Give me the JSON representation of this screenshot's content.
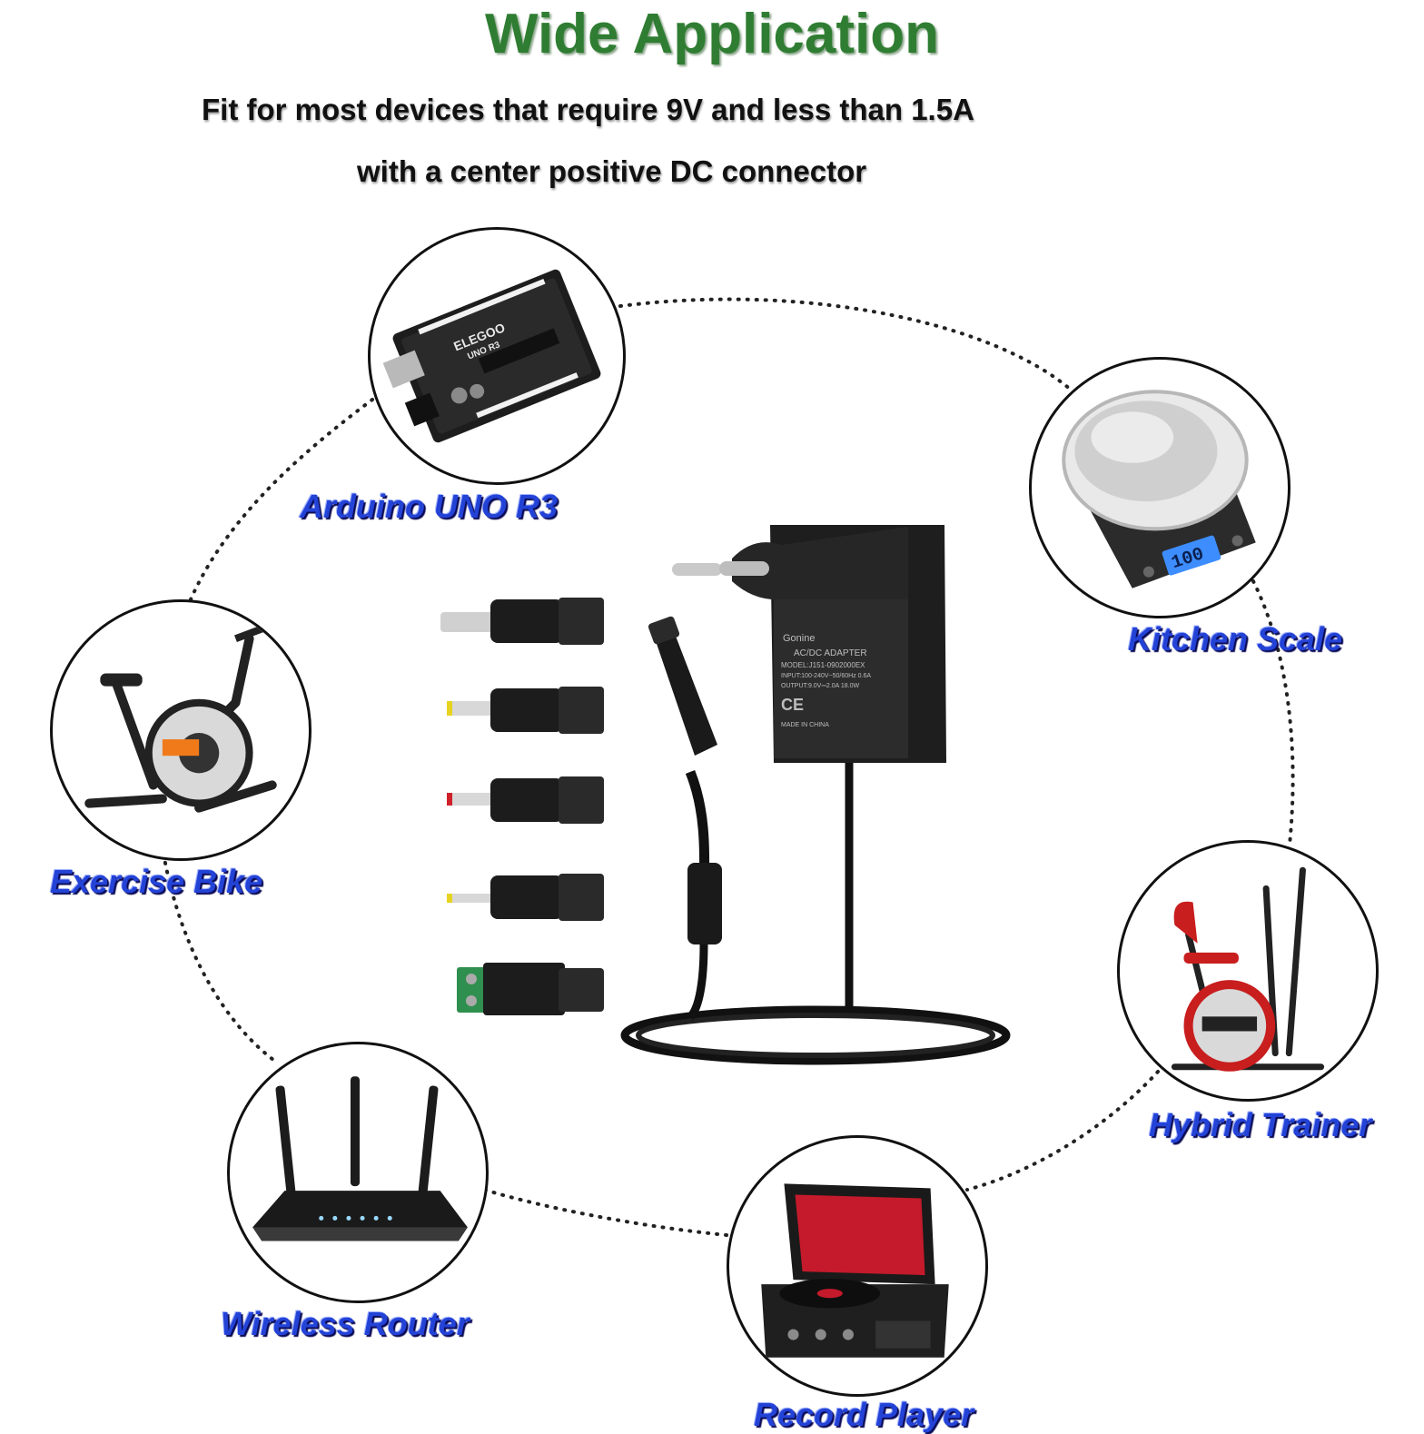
{
  "header": {
    "title": "Wide Application",
    "subtitle_line1": "Fit for most devices that require 9V and less than 1.5A",
    "subtitle_line2": "with a center positive DC connector"
  },
  "devices": [
    {
      "label": "Arduino UNO R3",
      "icon": "arduino-board-icon"
    },
    {
      "label": "Kitchen Scale",
      "icon": "kitchen-scale-icon"
    },
    {
      "label": "Exercise Bike",
      "icon": "exercise-bike-icon"
    },
    {
      "label": "Hybrid Trainer",
      "icon": "hybrid-trainer-icon"
    },
    {
      "label": "Wireless Router",
      "icon": "wireless-router-icon"
    },
    {
      "label": "Record Player",
      "icon": "record-player-icon"
    }
  ],
  "adapter": {
    "brand": "Gonine",
    "label_lines": [
      "AC/DC ADAPTER",
      "MODEL:J151-0902000EX",
      "INPUT:100-240V~50/60Hz 0.6A",
      "OUTPUT:9.0V⎓2.0A 18.0W",
      "MADE IN CHINA"
    ]
  },
  "colors": {
    "title": "#2f7d32",
    "label": "#2342d6",
    "orbit": "#222222"
  }
}
